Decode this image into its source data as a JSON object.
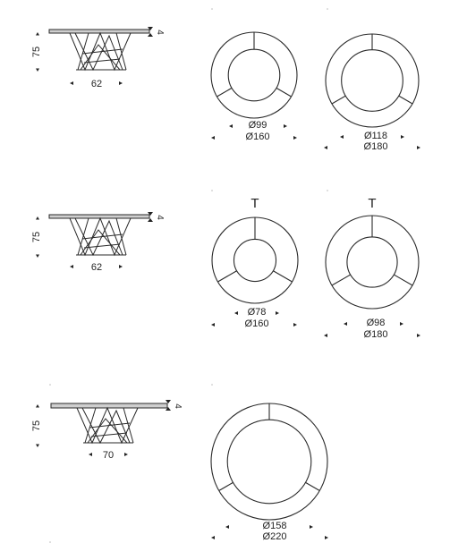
{
  "rows": [
    {
      "side": {
        "height": "75",
        "top": "4",
        "base": "62"
      },
      "plans": [
        {
          "marker": "",
          "inner": "Ø99",
          "outer": "Ø160",
          "inner_ratio": 0.6
        },
        {
          "marker": "",
          "inner": "Ø118",
          "outer": "Ø180",
          "inner_ratio": 0.66
        }
      ]
    },
    {
      "side": {
        "height": "75",
        "top": "4",
        "base": "62"
      },
      "plans": [
        {
          "marker": "T",
          "inner": "Ø78",
          "outer": "Ø160",
          "inner_ratio": 0.49
        },
        {
          "marker": "T",
          "inner": "Ø98",
          "outer": "Ø180",
          "inner_ratio": 0.54
        }
      ]
    },
    {
      "side": {
        "height": "75",
        "top": "4",
        "base": "70"
      },
      "plans": [
        {
          "marker": "",
          "inner": "Ø158",
          "outer": "Ø220",
          "inner_ratio": 0.72
        }
      ]
    }
  ]
}
